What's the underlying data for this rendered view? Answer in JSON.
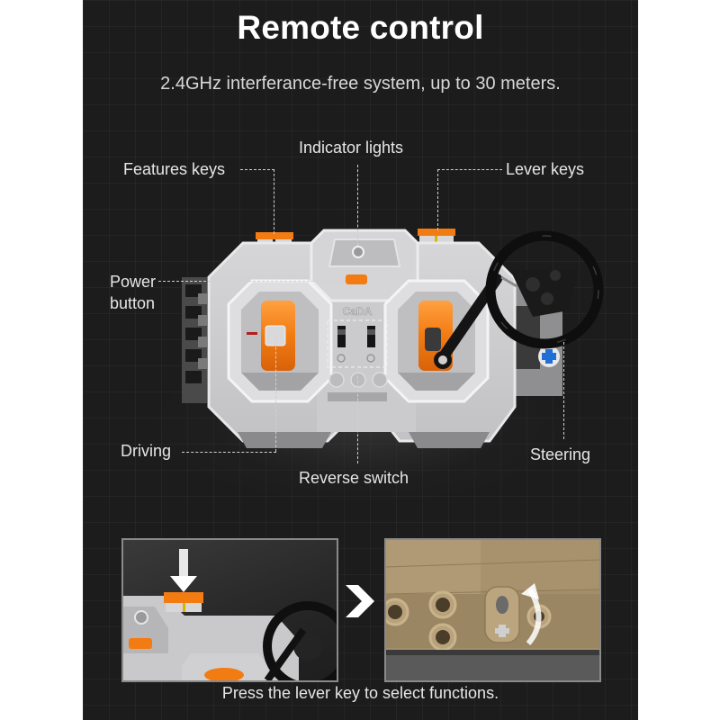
{
  "header": {
    "title": "Remote control",
    "subtitle": "2.4GHz interferance-free system, up to 30 meters."
  },
  "callouts": {
    "indicator_lights": "Indicator lights",
    "features_keys": "Features keys",
    "lever_keys": "Lever keys",
    "power_button_line1": "Power",
    "power_button_line2": "button",
    "driving": "Driving",
    "reverse_switch": "Reverse switch",
    "steering": "Steering"
  },
  "controller": {
    "brand_mark": "CaDA",
    "colors": {
      "body": "#c9c9cb",
      "body_light": "#e2e2e4",
      "body_dark": "#9a9a9c",
      "accent_orange": "#f27b12",
      "wheel": "#111111",
      "blue_axle": "#1f6fd6"
    }
  },
  "insets": {
    "left_description": "lever-key-press-closeup",
    "right_description": "lever-function-selector-on-model",
    "arrow": "next-step-chevron"
  },
  "footer": {
    "caption": "Press the lever key to select functions."
  },
  "colors": {
    "background": "#1c1c1c",
    "page_margin": "#ffffff",
    "text": "#ffffff",
    "dash_line": "#d0d0d0"
  }
}
